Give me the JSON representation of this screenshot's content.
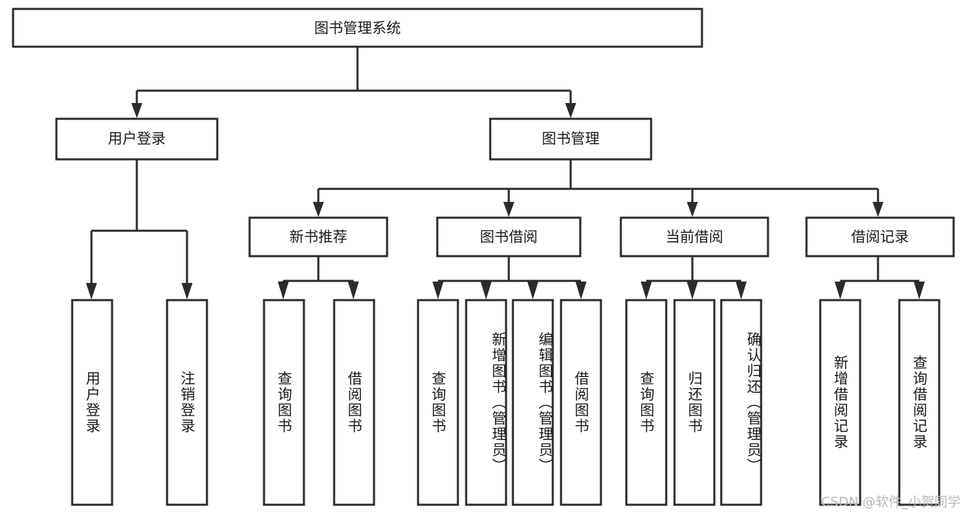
{
  "diagram": {
    "title": "图书管理系统",
    "type": "tree",
    "orientation": "top-down",
    "root": {
      "label": "图书管理系统",
      "children": [
        {
          "label": "用户登录",
          "children": [
            {
              "label": "用户登录",
              "orientation": "vertical"
            },
            {
              "label": "注销登录",
              "orientation": "vertical"
            }
          ]
        },
        {
          "label": "图书管理",
          "children": [
            {
              "label": "新书推荐",
              "children": [
                {
                  "label": "查询图书",
                  "orientation": "vertical"
                },
                {
                  "label": "借阅图书",
                  "orientation": "vertical"
                }
              ]
            },
            {
              "label": "图书借阅",
              "children": [
                {
                  "label": "查询图书",
                  "orientation": "vertical"
                },
                {
                  "label": "新增图书（管理员）",
                  "orientation": "vertical"
                },
                {
                  "label": "编辑图书（管理员）",
                  "orientation": "vertical"
                },
                {
                  "label": "借阅图书",
                  "orientation": "vertical"
                }
              ]
            },
            {
              "label": "当前借阅",
              "children": [
                {
                  "label": "查询图书",
                  "orientation": "vertical"
                },
                {
                  "label": "归还图书",
                  "orientation": "vertical"
                },
                {
                  "label": "确认归还（管理员）",
                  "orientation": "vertical"
                }
              ]
            },
            {
              "label": "借阅记录",
              "children": [
                {
                  "label": "新增借阅记录",
                  "orientation": "vertical"
                },
                {
                  "label": "查询借阅记录",
                  "orientation": "vertical"
                }
              ]
            }
          ]
        }
      ]
    }
  },
  "nodes": {
    "root": "图书管理系统",
    "l1_user_login": "用户登录",
    "l1_book_mgmt": "图书管理",
    "l2_new_book_rec": "新书推荐",
    "l2_book_borrow": "图书借阅",
    "l2_current_borrow": "当前借阅",
    "l2_borrow_record": "借阅记录",
    "leaf_user_login": "用户登录",
    "leaf_logout": "注销登录",
    "leaf_rec_query_book": "查询图书",
    "leaf_rec_borrow_book": "借阅图书",
    "leaf_borrow_query_book": "查询图书",
    "leaf_borrow_add_book": "新增图书（管理员）",
    "leaf_borrow_edit_book": "编辑图书（管理员）",
    "leaf_borrow_borrow_book": "借阅图书",
    "leaf_current_query_book": "查询图书",
    "leaf_current_return_book": "归还图书",
    "leaf_current_confirm_return": "确认归还（管理员）",
    "leaf_record_add": "新增借阅记录",
    "leaf_record_query": "查询借阅记录"
  },
  "colors": {
    "stroke": "#2b2b2b",
    "fill": "#ffffff",
    "text": "#1a1a1a",
    "watermark": "#b9b9b9",
    "background": "#ffffff"
  },
  "watermark": {
    "text": "CSDN @软件_小贺同学"
  }
}
